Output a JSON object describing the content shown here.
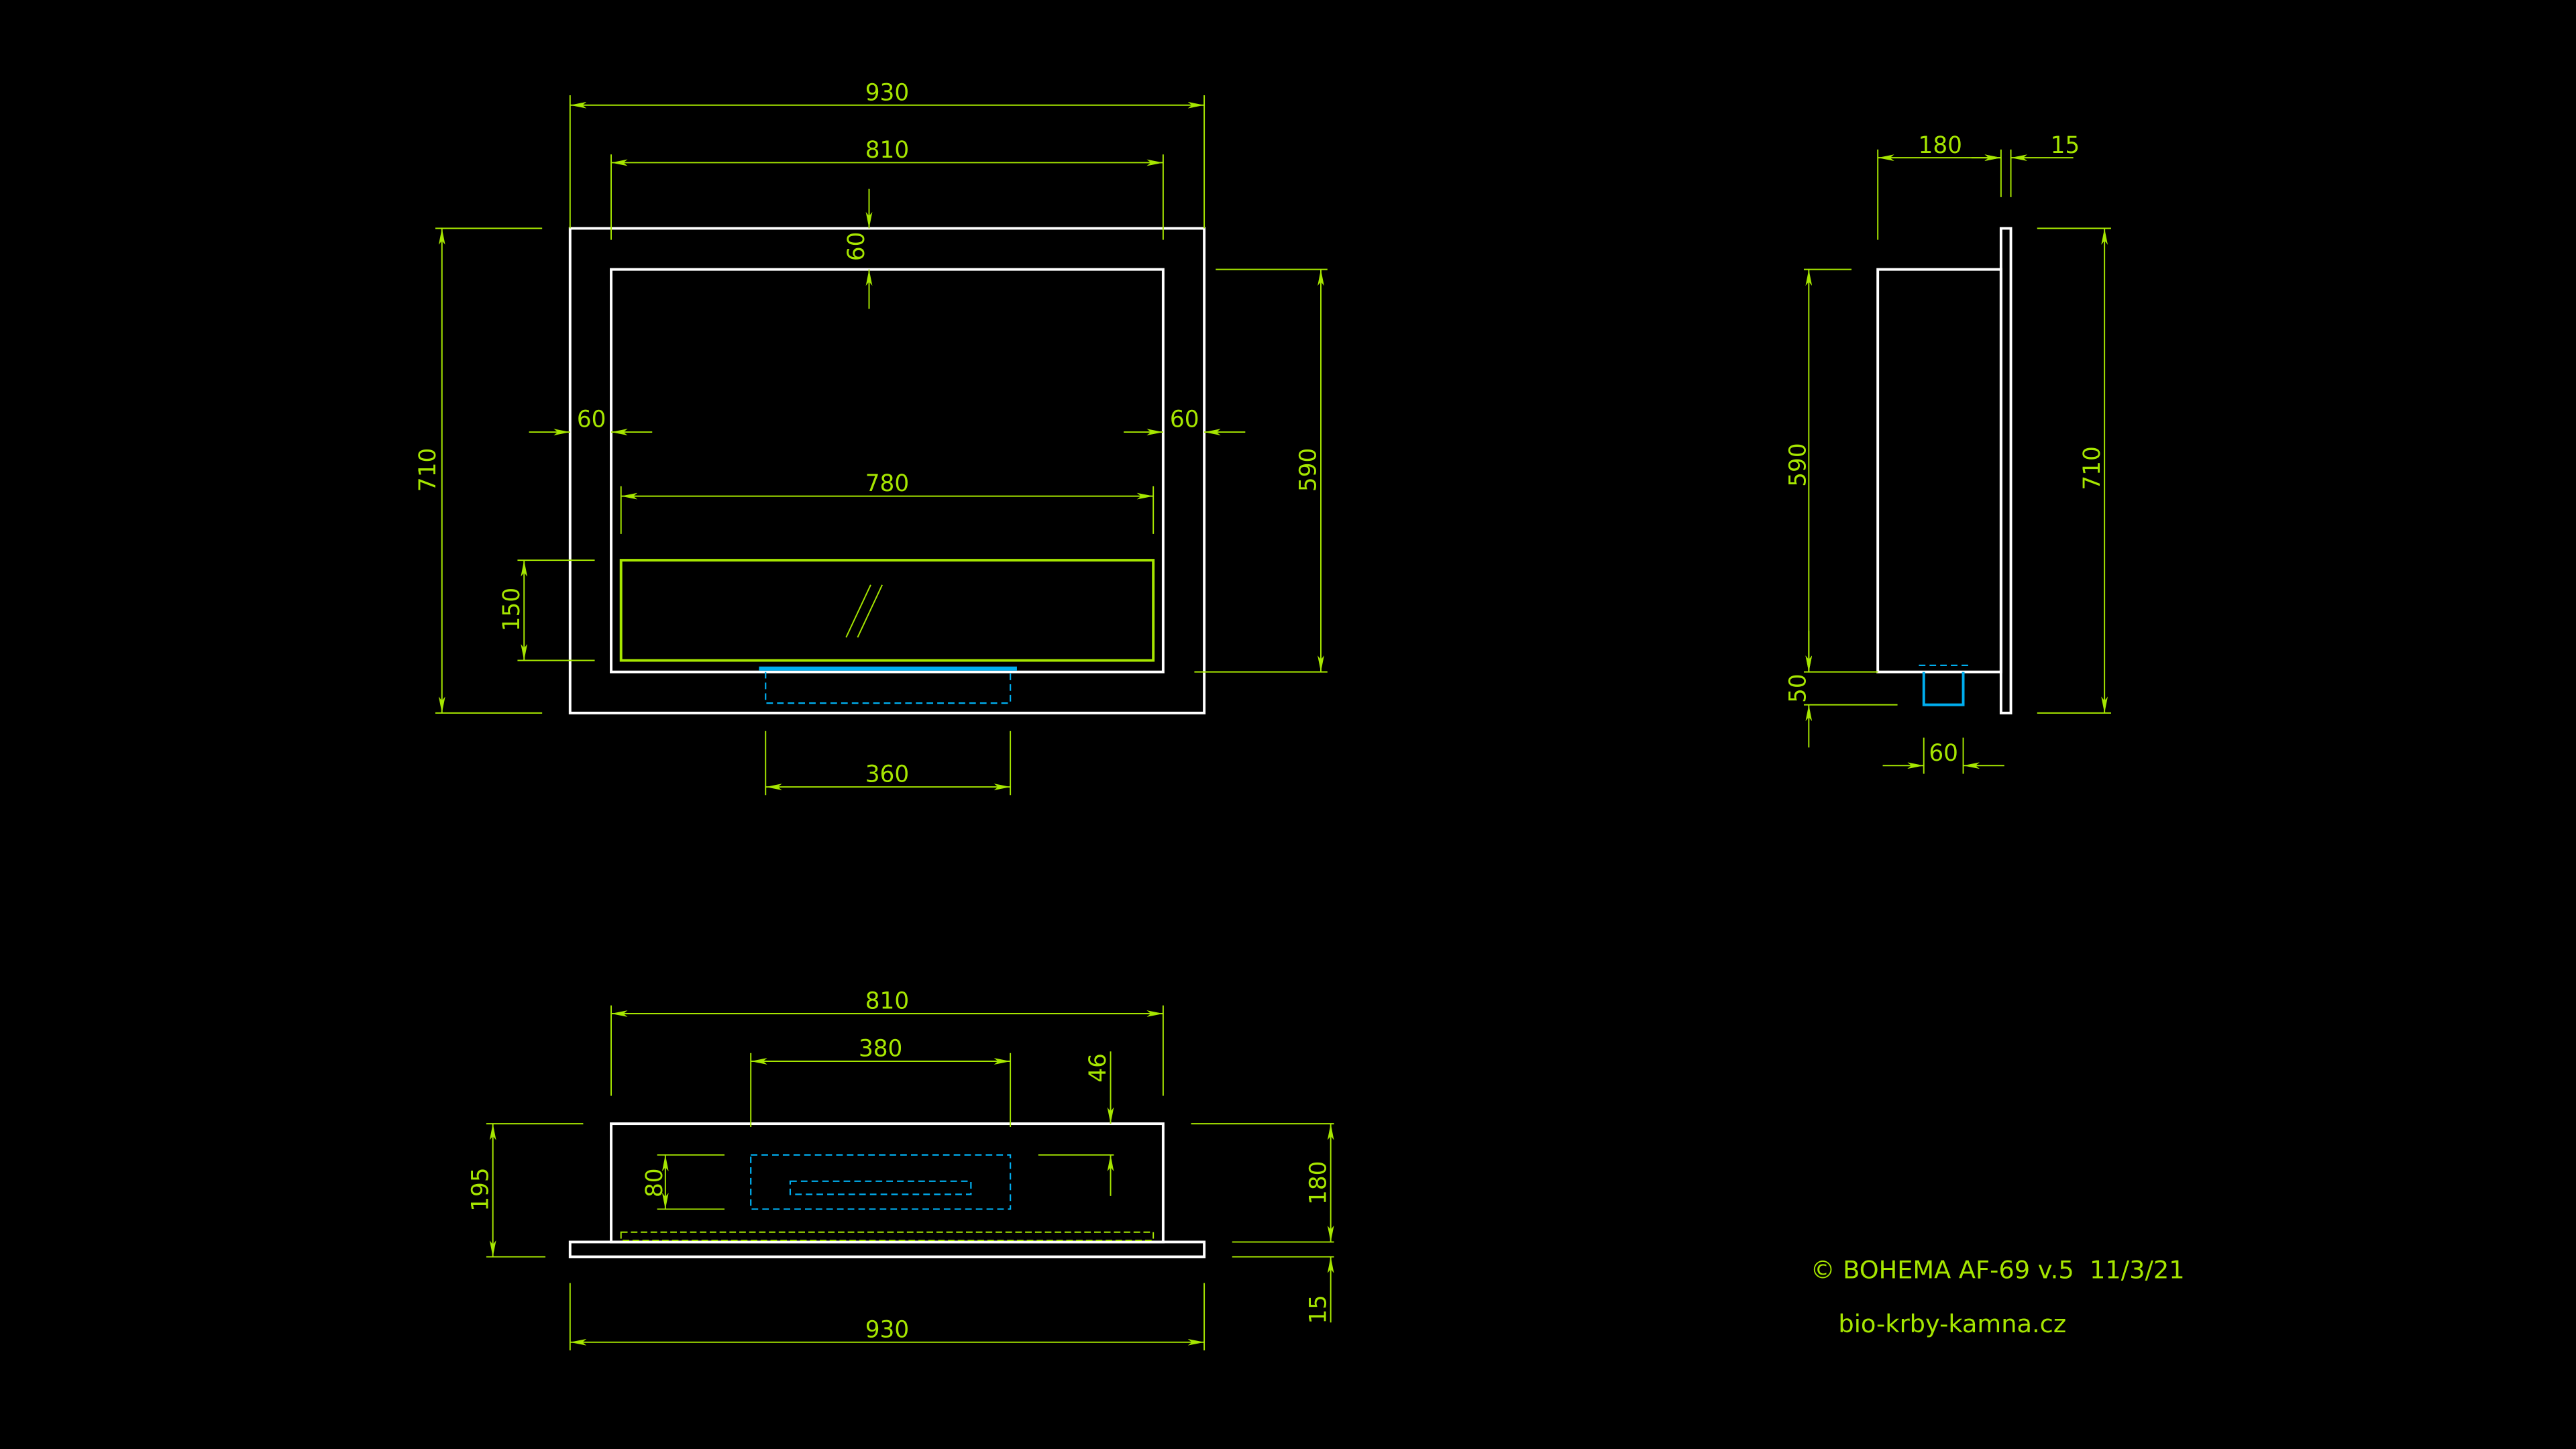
{
  "front_view": {
    "width_total": "930",
    "width_inner": "810",
    "top_frame": "60",
    "left_frame": "60",
    "right_frame": "60",
    "burner_width": "780",
    "height_total": "710",
    "height_inner": "590",
    "burner_height": "150",
    "bottom_opening": "360"
  },
  "side_view": {
    "depth": "180",
    "plate": "15",
    "height_inner": "590",
    "height_total": "710",
    "bottom_height": "50",
    "bottom_width": "60"
  },
  "top_view": {
    "width_inner": "810",
    "opening_width": "380",
    "offset": "46",
    "opening_depth": "80",
    "depth_total": "195",
    "depth_body": "180",
    "plate": "15",
    "width_total": "930"
  },
  "credits": {
    "title": "© BOHEMA AF-69 v.5  11/3/21",
    "website": "bio-krby-kamna.cz"
  },
  "colors": {
    "background": "#000000",
    "outline": "#ffffff",
    "dimension": "#a6e600",
    "hidden": "#00aeef"
  }
}
